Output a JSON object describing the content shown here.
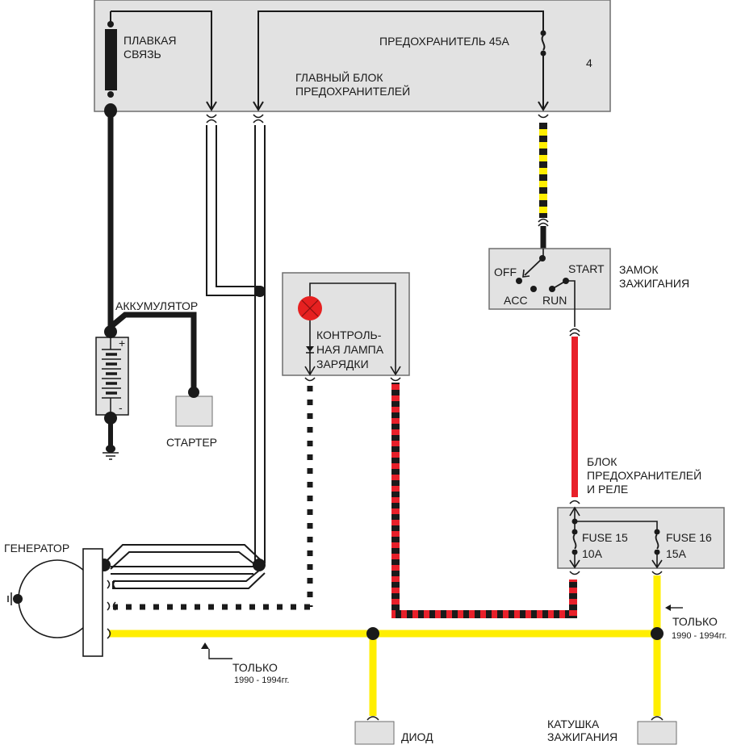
{
  "colors": {
    "block_fill": "#e2e2e2",
    "block_stroke": "#6e6e6e",
    "wire_black": "#1a1a1a",
    "wire_yellow": "#ffee00",
    "wire_red": "#e8202a",
    "lamp_red": "#e62020"
  },
  "main_fuse_block": {
    "title_line1": "ГЛАВНЫЙ БЛОК",
    "title_line2": "ПРЕДОХРАНИТЕЛЕЙ",
    "number": "4",
    "fusible_link_line1": "ПЛАВКАЯ",
    "fusible_link_line2": "СВЯЗЬ",
    "fuse_label": "ПРЕДОХРАНИТЕЛЬ 45А"
  },
  "battery": {
    "label": "АККУМУЛЯТОР",
    "plus": "+",
    "minus": "-"
  },
  "starter": {
    "label": "СТАРТЕР"
  },
  "charge_lamp": {
    "line1": "КОНТРОЛЬ-",
    "line2": "НАЯ ЛАМПА",
    "line3": "ЗАРЯДКИ"
  },
  "ignition_switch": {
    "label_line1": "ЗАМОК",
    "label_line2": "ЗАЖИГАНИЯ",
    "positions": {
      "off": "OFF",
      "acc": "ACC",
      "run": "RUN",
      "start": "START"
    }
  },
  "relay_block": {
    "label_line1": "БЛОК",
    "label_line2": "ПРЕДОХРАНИТЕЛЕЙ",
    "label_line3": "И РЕЛЕ",
    "fuse15_name": "FUSE 15",
    "fuse15_rating": "10A",
    "fuse16_name": "FUSE 16",
    "fuse16_rating": "15A"
  },
  "generator": {
    "label": "ГЕНЕРАТОР"
  },
  "diode": {
    "label": "ДИОД"
  },
  "ignition_coil": {
    "line1": "КАТУШКА",
    "line2": "ЗАЖИГАНИЯ"
  },
  "notes": {
    "only_line1": "ТОЛЬКО",
    "only_line2": "1990 - 1994гг."
  }
}
